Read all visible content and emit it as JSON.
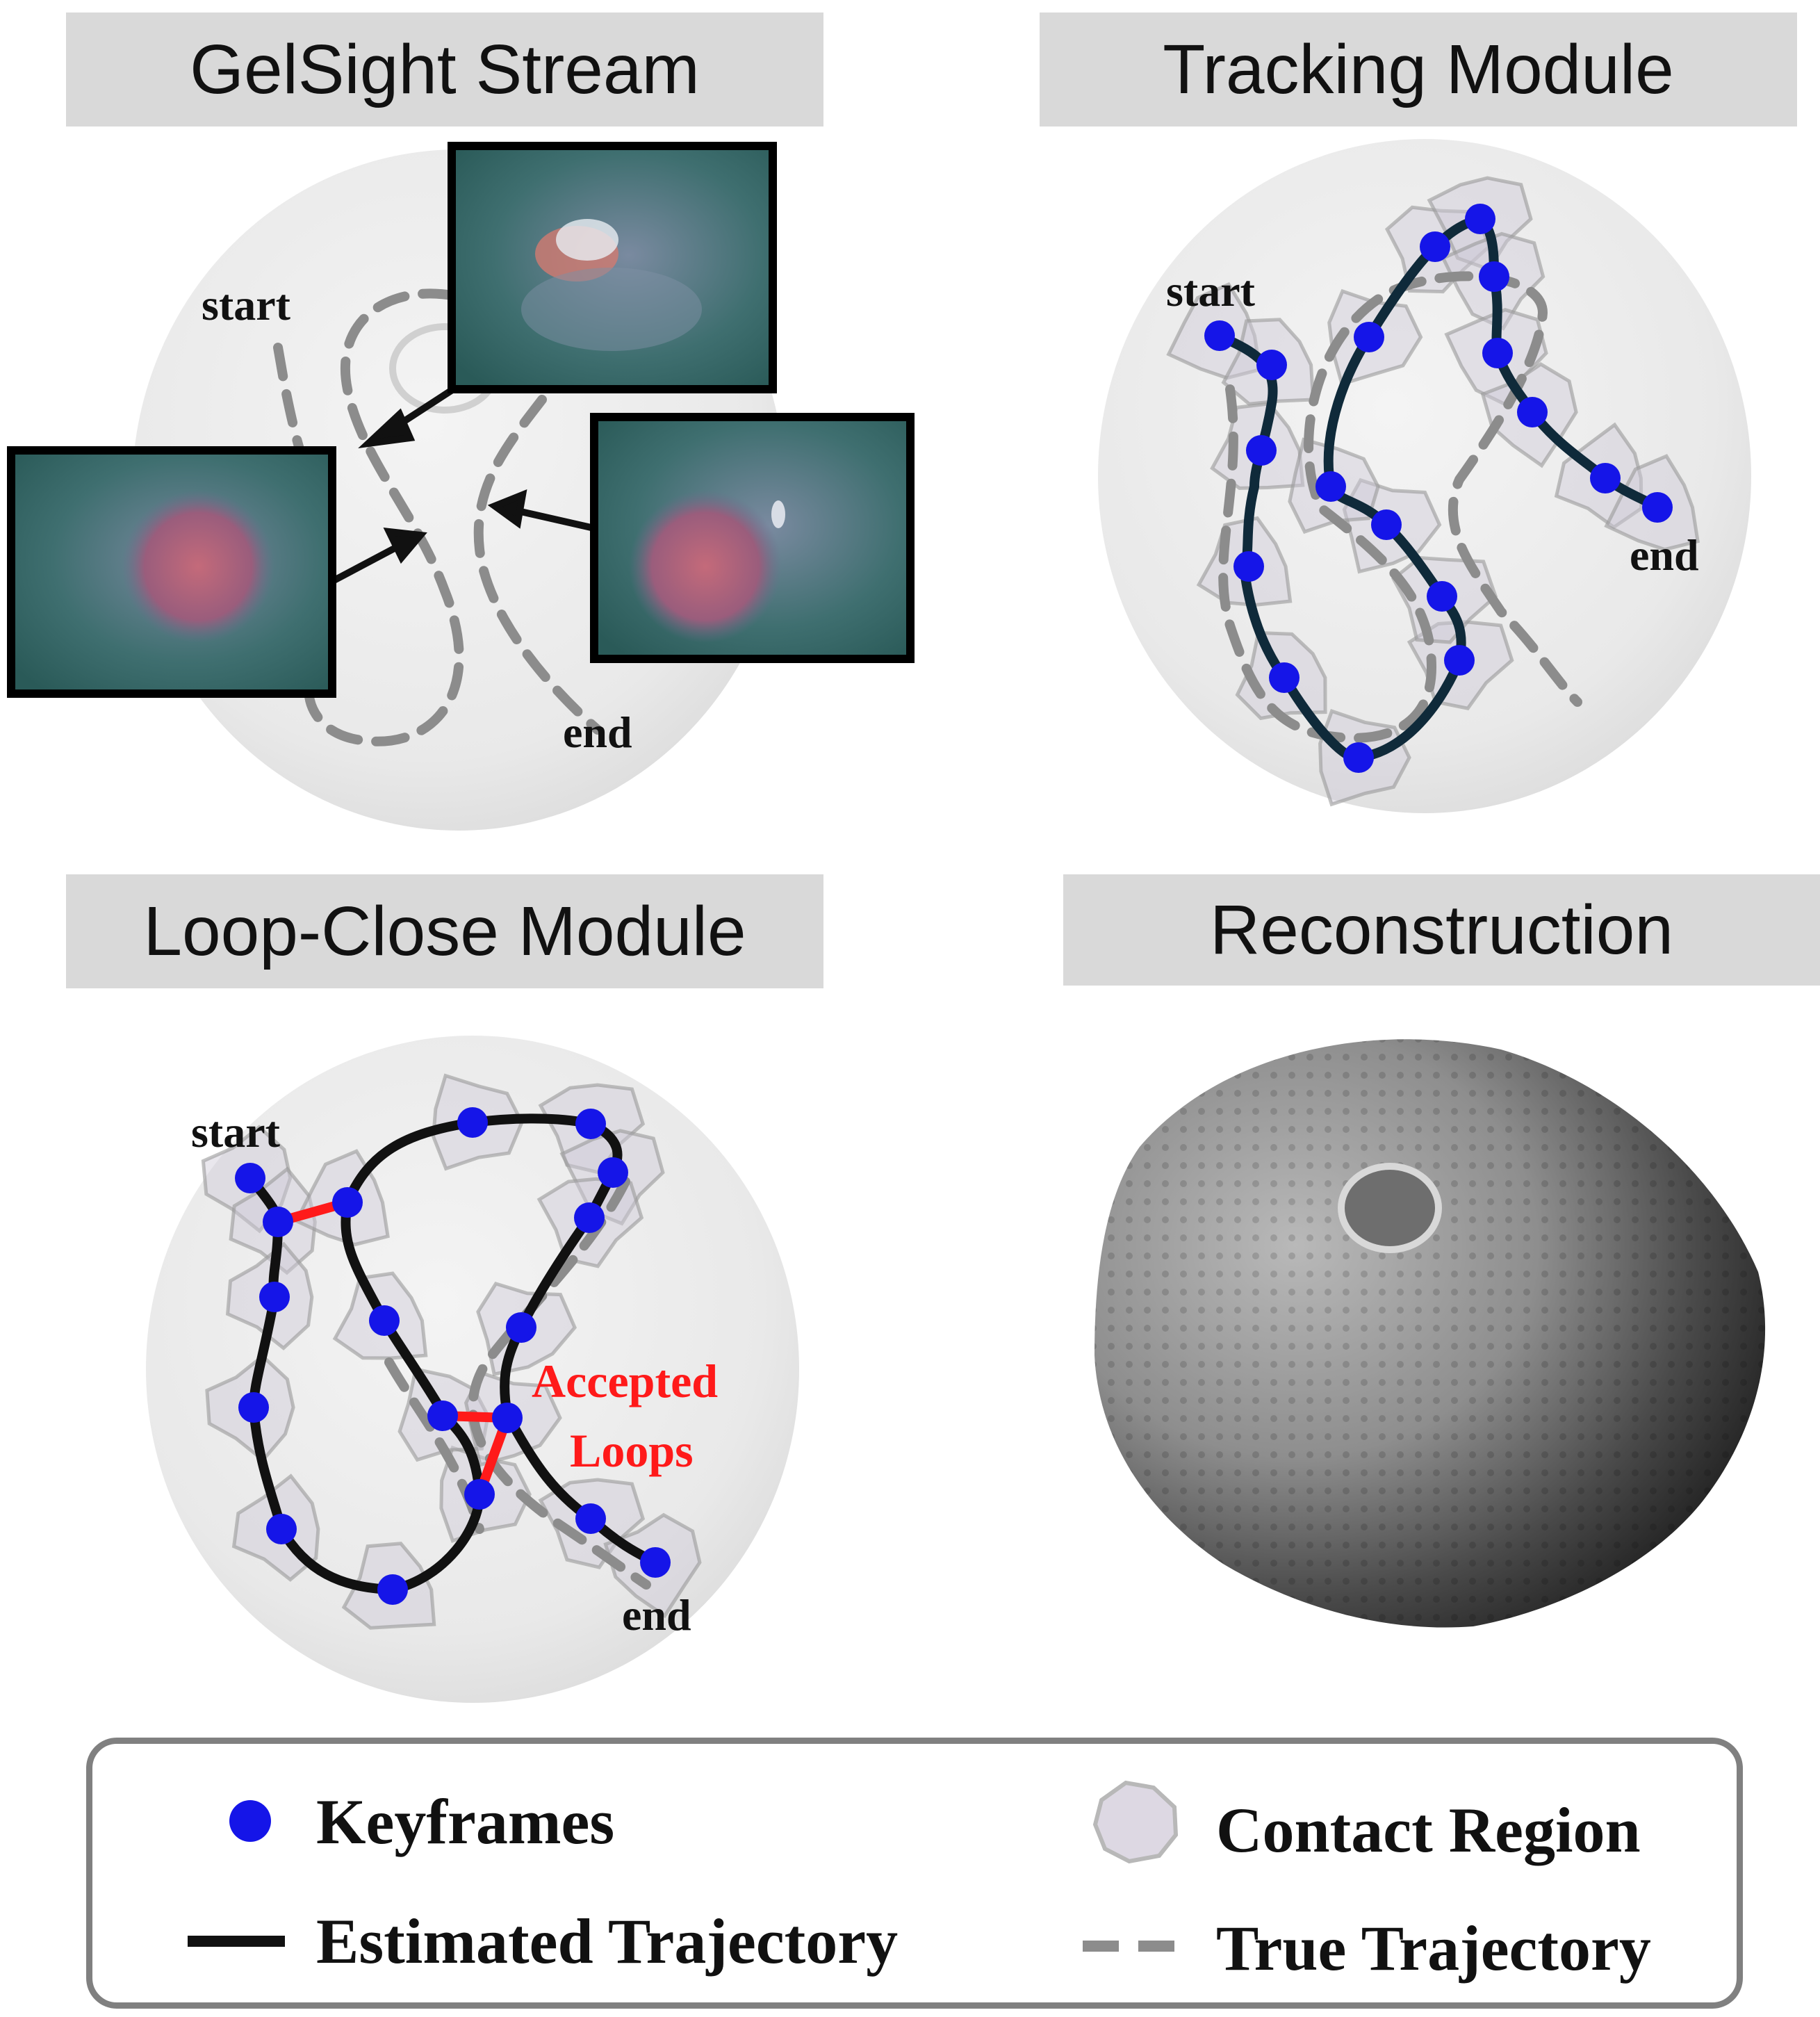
{
  "panels": {
    "gelsight": {
      "title": "GelSight Stream",
      "start": "start",
      "end": "end"
    },
    "tracking": {
      "title": "Tracking Module",
      "start": "start",
      "end": "end"
    },
    "loopclose": {
      "title": "Loop-Close Module",
      "start": "start",
      "end": "end",
      "annotation_line1": "Accepted",
      "annotation_line2": "Loops"
    },
    "reconstruction": {
      "title": "Reconstruction"
    }
  },
  "legend": {
    "keyframes": "Keyframes",
    "contact_region": "Contact Region",
    "estimated_trajectory": "Estimated Trajectory",
    "true_trajectory": "True Trajectory"
  },
  "colors": {
    "keyframe": "#1515e8",
    "estimated_trajectory": "#111111",
    "true_trajectory": "#8c8c8c",
    "accepted_loop": "#ff1a1a",
    "contact_region": "#c9c9d2",
    "title_bar": "#d9d9d9"
  }
}
